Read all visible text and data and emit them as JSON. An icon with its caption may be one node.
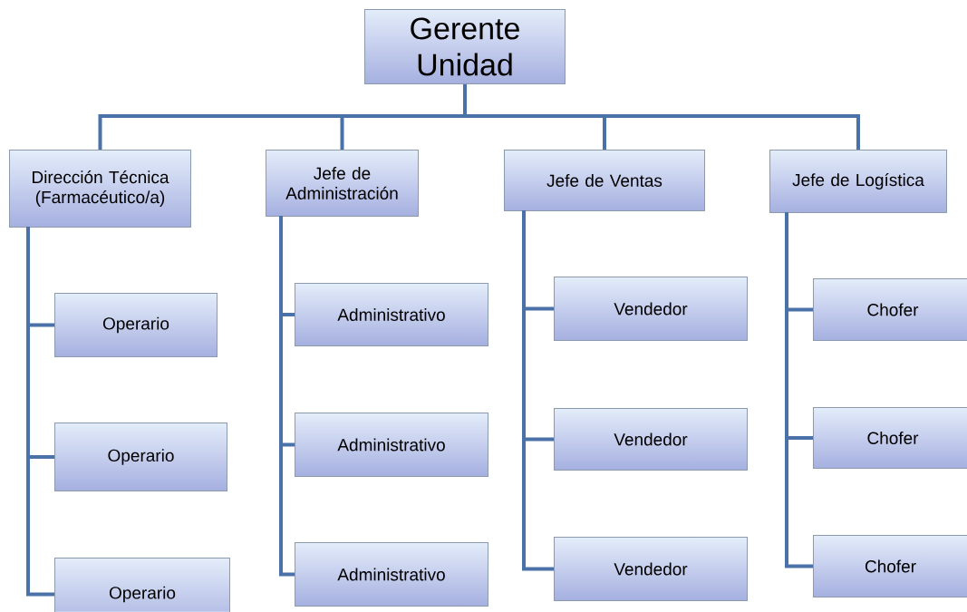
{
  "diagram": {
    "nodes": [
      {
        "text": [
          "Gerente Unidad"
        ]
      },
      {
        "text": [
          "Dirección Técnica (Farmacéutico/a)"
        ]
      },
      {
        "text": [
          "Jefe de Administración"
        ]
      },
      {
        "text": [
          "Jefe de Ventas"
        ]
      },
      {
        "text": [
          "Jefe de Logística"
        ]
      },
      {
        "text": [
          "Operario"
        ]
      },
      {
        "text": [
          "Operario"
        ]
      },
      {
        "text": [
          "Operario"
        ]
      },
      {
        "text": [
          "Administrativo"
        ]
      },
      {
        "text": [
          "Administrativo"
        ]
      },
      {
        "text": [
          "Administrativo"
        ]
      },
      {
        "text": [
          "Vendedor"
        ]
      },
      {
        "text": [
          "Vendedor"
        ]
      },
      {
        "text": [
          "Vendedor"
        ]
      },
      {
        "text": [
          "Chofer"
        ]
      },
      {
        "text": [
          "Chofer"
        ]
      },
      {
        "text": [
          "Chofer"
        ]
      }
    ],
    "edges": [
      {
        "from": 0,
        "to": 1,
        "arrow": "none"
      },
      {
        "from": 0,
        "to": 2,
        "arrow": "none"
      },
      {
        "from": 0,
        "to": 3,
        "arrow": "none"
      },
      {
        "from": 0,
        "to": 4,
        "arrow": "none"
      },
      {
        "from": 1,
        "to": 5,
        "arrow": "none"
      },
      {
        "from": 1,
        "to": 6,
        "arrow": "none"
      },
      {
        "from": 1,
        "to": 7,
        "arrow": "none"
      },
      {
        "from": 2,
        "to": 8,
        "arrow": "none"
      },
      {
        "from": 2,
        "to": 9,
        "arrow": "none"
      },
      {
        "from": 2,
        "to": 10,
        "arrow": "none"
      },
      {
        "from": 3,
        "to": 11,
        "arrow": "none"
      },
      {
        "from": 3,
        "to": 12,
        "arrow": "none"
      },
      {
        "from": 3,
        "to": 13,
        "arrow": "none"
      },
      {
        "from": 4,
        "to": 14,
        "arrow": "none"
      },
      {
        "from": 4,
        "to": 15,
        "arrow": "none"
      },
      {
        "from": 4,
        "to": 16,
        "arrow": "none"
      }
    ]
  }
}
